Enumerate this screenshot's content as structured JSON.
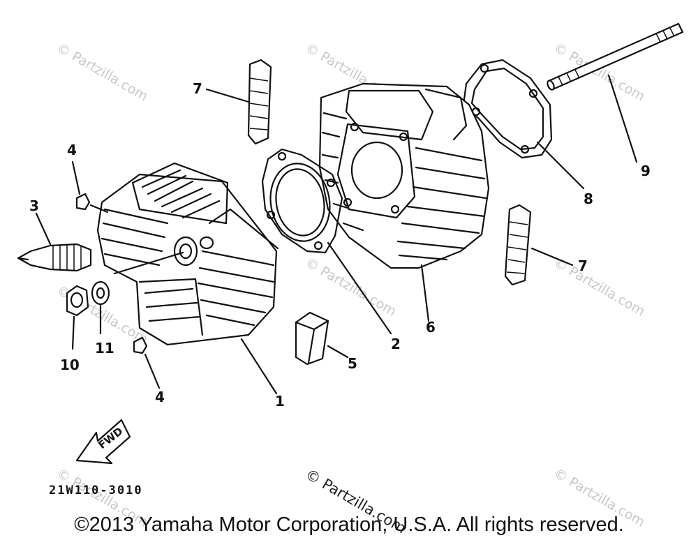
{
  "labels": {
    "p1": "1",
    "p2": "2",
    "p3": "3",
    "p4a": "4",
    "p4b": "4",
    "p5": "5",
    "p6": "6",
    "p7a": "7",
    "p7b": "7",
    "p8": "8",
    "p9": "9",
    "p10": "10",
    "p11": "11"
  },
  "fwd_label": "FWD",
  "diagram_code": "21W110-3010",
  "watermark": "© Partzilla.com",
  "copyright": "©2013 Yamaha Motor Corporation, U.S.A. All rights reserved.",
  "colors": {
    "line": "#111111",
    "watermark": "#c8c8c8",
    "background": "#ffffff"
  }
}
